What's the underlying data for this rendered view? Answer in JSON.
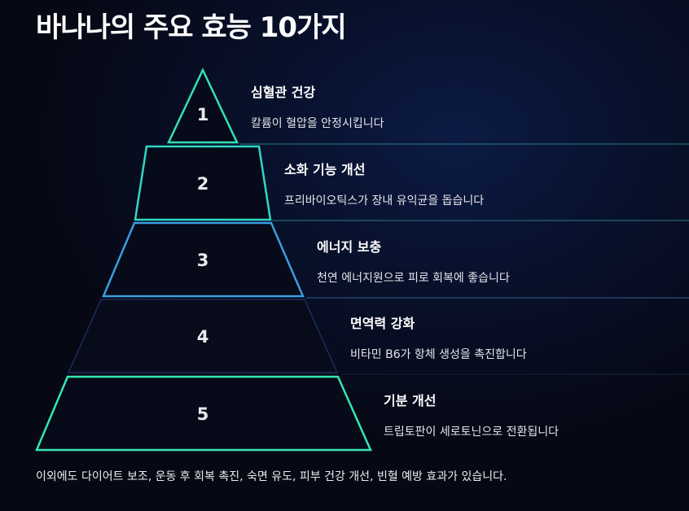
{
  "title": "바나나의 주요 효능 10가지",
  "levels": [
    {
      "number": "1",
      "title": "심혈관 건강",
      "desc": "칼륨이 혈압을 안정시킵니다",
      "color": "#34e0b4"
    },
    {
      "number": "2",
      "title": "소화 기능 개선",
      "desc": "프리바이오틱스가 장내 유익균을 돕습니다",
      "color": "#30d6c4"
    },
    {
      "number": "3",
      "title": "에너지 보충",
      "desc": "천연 에너지원으로 피로 회복에 좋습니다",
      "color": "#3a9ee0"
    },
    {
      "number": "4",
      "title": "면역력 강화",
      "desc": "비타민 B6가 항체 생성을 촉진합니다",
      "color": "#1a2c5a"
    },
    {
      "number": "5",
      "title": "기분 개선",
      "desc": "트립토판이 세로토닌으로 전환됩니다",
      "color": "#34e8b0"
    }
  ],
  "footer": "이외에도 다이어트 보조, 운동 후 회복 촉진, 숙면 유도, 피부 건강 개선, 빈혈 예방 효과가 있습니다."
}
